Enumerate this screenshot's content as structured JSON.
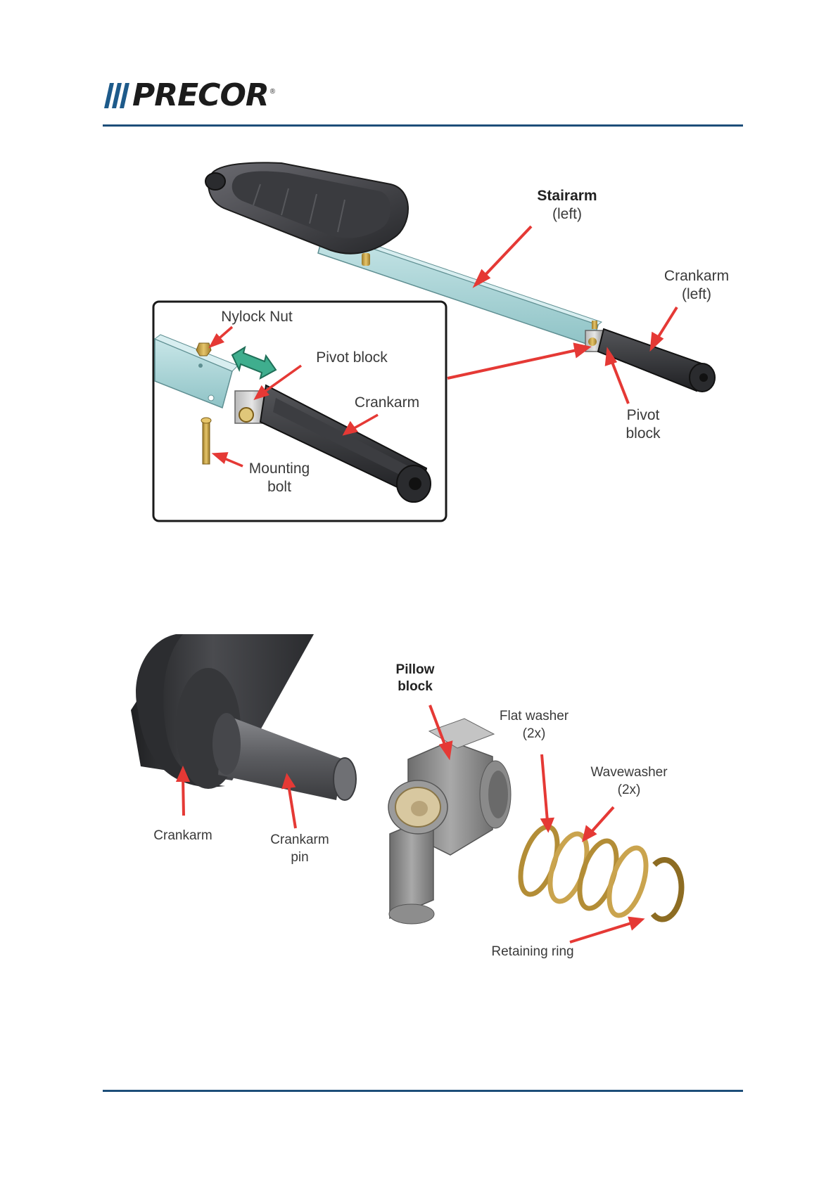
{
  "brand": {
    "name": "PRECOR",
    "registered": "®"
  },
  "figure1": {
    "stairarm_title": "Stairarm",
    "stairarm_sub": "(left)",
    "crankarm_left_title": "Crankarm",
    "crankarm_left_sub": "(left)",
    "pivot_block_1": "Pivot",
    "pivot_block_2": "block",
    "inset": {
      "nylock_nut": "Nylock Nut",
      "pivot_block": "Pivot block",
      "crankarm": "Crankarm",
      "mounting_bolt_1": "Mounting",
      "mounting_bolt_2": "bolt"
    }
  },
  "figure2": {
    "pillow_block_1": "Pillow",
    "pillow_block_2": "block",
    "flat_washer_1": "Flat washer",
    "flat_washer_2": "(2x)",
    "wavewasher_1": "Wavewasher",
    "wavewasher_2": "(2x)",
    "crankarm": "Crankarm",
    "crankarm_pin_1": "Crankarm",
    "crankarm_pin_2": "pin",
    "retaining_ring": "Retaining ring"
  },
  "colors": {
    "brand_rule": "#1d4e79",
    "arrow": "#e53935",
    "stairarm_tube": "#a9d4d6",
    "crankarm_body": "#2f3033",
    "brass": "#c8a24a",
    "inset_arrow": "#2e9e82"
  }
}
